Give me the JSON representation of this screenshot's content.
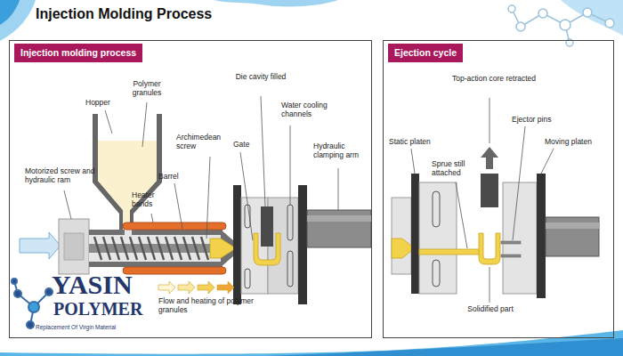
{
  "diagram": {
    "title": "Injection Molding Process",
    "nodes": [
      {
        "text": [
          "Injection molding process"
        ]
      },
      {
        "text": [
          "Ejection cycle"
        ]
      }
    ],
    "labels": [
      "Hopper",
      "Polymer granules",
      "Motorized screw and hydraulic ram",
      "Die cavity filled",
      "Gate",
      "Water cooling channels",
      "Archimedean screw",
      "Barrel",
      "Heater bands",
      "Hydraulic clamping arm",
      "Flow and heating of polymer granules",
      "Top-action core retracted",
      "Ejector pins",
      "Static platen",
      "Sprue still attached",
      "Moving platen",
      "Solidified part",
      "YASIN",
      "POLYMER",
      "Replacement Of Virgin Material"
    ]
  }
}
